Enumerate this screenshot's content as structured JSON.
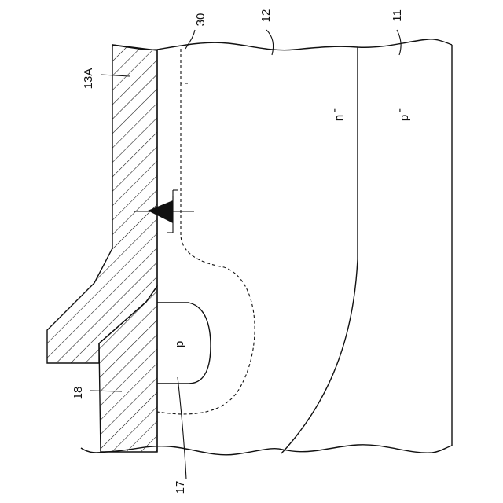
{
  "labels": {
    "ref_30": "30",
    "ref_12": "12",
    "ref_11": "11",
    "ref_13a": "13A",
    "ref_18": "18",
    "ref_17": "17",
    "region_n": "n",
    "region_n_sup": "-",
    "region_p_minus": "p",
    "region_p_minus_sup": "-",
    "region_p": "p"
  }
}
